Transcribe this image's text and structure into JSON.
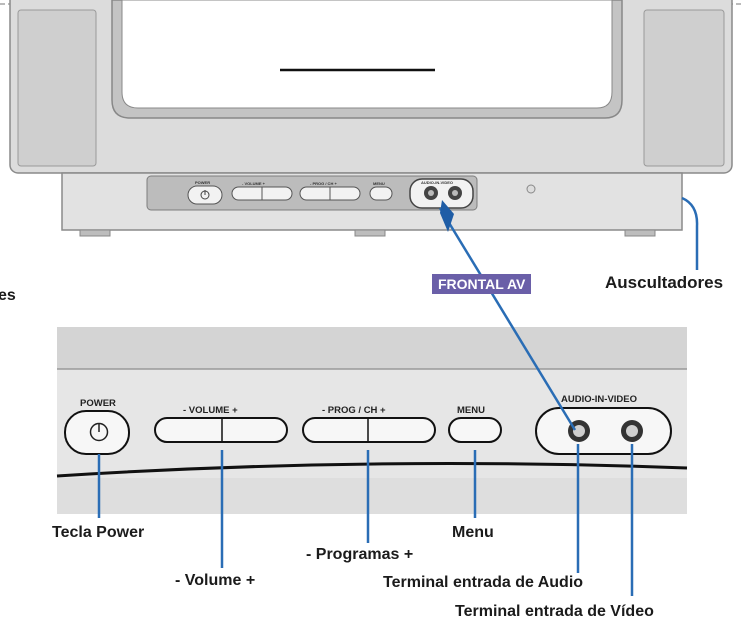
{
  "tv": {
    "badge": "FRONTAL AV",
    "power": "POWER",
    "volume": "-  VOLUME  +",
    "prog": "-  PROG / CH  +",
    "menu": "MENU",
    "av": "AUDIO-IN-VIDEO"
  },
  "panel": {
    "power": "POWER",
    "volume": "-   VOLUME   +",
    "prog": "-   PROG / CH   +",
    "menu": "MENU",
    "av": "AUDIO-IN-VIDEO"
  },
  "callouts": {
    "auscultadores": "Auscultadores",
    "left_partial": "es",
    "tecla_power": "Tecla Power",
    "menu": "Menu",
    "programas": "- Programas +",
    "volume": "- Volume +",
    "audio": "Terminal entrada de Audio",
    "video": "Terminal entrada de Vídeo"
  },
  "colors": {
    "callout_line": "#2a6db5",
    "badge": "#6a5fa8"
  }
}
